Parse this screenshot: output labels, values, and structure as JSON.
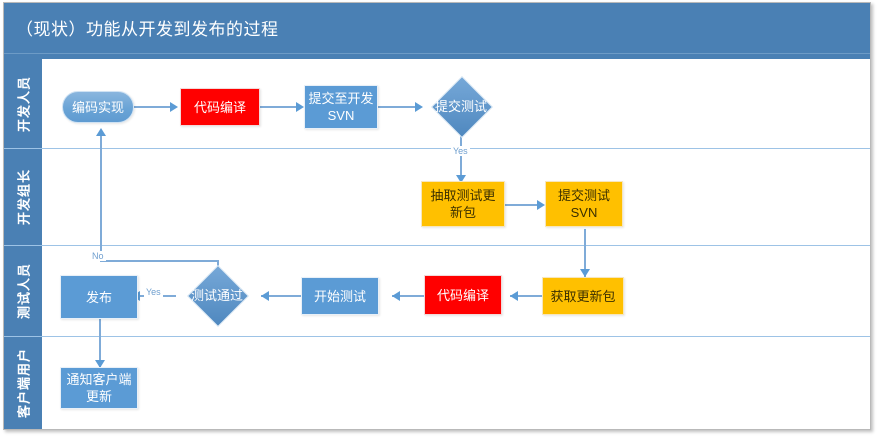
{
  "diagram": {
    "title": "（现状）功能从开发到发布的过程",
    "colors": {
      "header_blue": "#4a80b4",
      "node_blue": "#5b9bd5",
      "node_red": "#ff0000",
      "node_orange": "#ffc000",
      "connector_blue": "#5b9bd5",
      "lane_divider": "#9dc3e6"
    },
    "lanes": [
      {
        "label": "开发人员"
      },
      {
        "label": "开发组长"
      },
      {
        "label": "测试人员"
      },
      {
        "label": "客户端用户"
      }
    ],
    "nodes": {
      "coding": "编码实现",
      "compile_dev": "代码编译",
      "commit_dev_svn_line1": "提交至开发",
      "commit_dev_svn_line2": "SVN",
      "submit_test": "提交测试",
      "extract_pkg_line1": "抽取测试更",
      "extract_pkg_line2": "新包",
      "commit_test_svn_line1": "提交测试",
      "commit_test_svn_line2": "SVN",
      "fetch_pkg": "获取更新包",
      "compile_test": "代码编译",
      "start_test": "开始测试",
      "test_pass": "测试通过",
      "release": "发布",
      "notify_client_line1": "通知客户端",
      "notify_client_line2": "更新"
    },
    "edge_labels": {
      "submit_test_yes": "Yes",
      "test_pass_yes": "Yes",
      "test_pass_no": "No"
    }
  }
}
